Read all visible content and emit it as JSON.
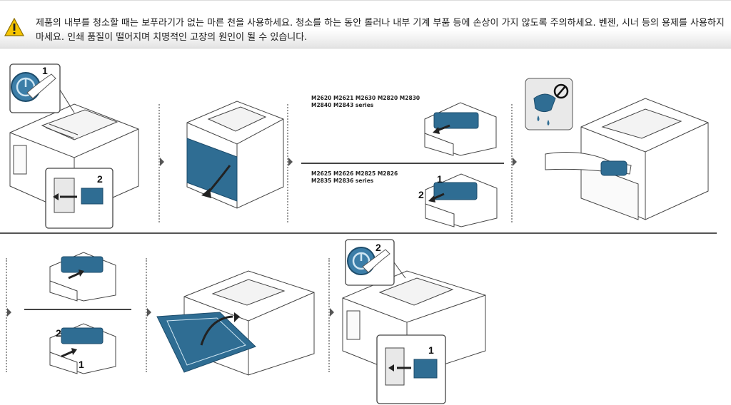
{
  "notice": {
    "icon": "warning-icon",
    "text": "제품의 내부를 청소할 때는 보푸라기가 없는 마른 천을 사용하세요. 청소를 하는 동안 롤러나 내부 기계 부품 등에 손상이 가지 않도록 주의하세요. 벤젠, 시너 등의 용제를 사용하지 마세요. 인쇄 품질이 떨어지며 치명적인 고장의 원인이 될 수 있습니다."
  },
  "steps": {
    "power_off": {
      "callout_power": "1",
      "callout_plug": "2"
    },
    "remove_toner": {
      "models_a": "M2620 M2621 M2630 M2820 M2830\nM2840 M2843 series",
      "models_b": "M2625 M2626 M2825 M2826\nM2835 M2836 series",
      "callout_b1": "1",
      "callout_b2": "2"
    },
    "reinsert_toner": {
      "callout_1": "1",
      "callout_2": "2"
    },
    "power_on": {
      "callout_power": "2",
      "callout_plug": "1"
    }
  },
  "colors": {
    "accent": "#2f6d93",
    "warning": "#f5c400",
    "line": "#444444"
  }
}
